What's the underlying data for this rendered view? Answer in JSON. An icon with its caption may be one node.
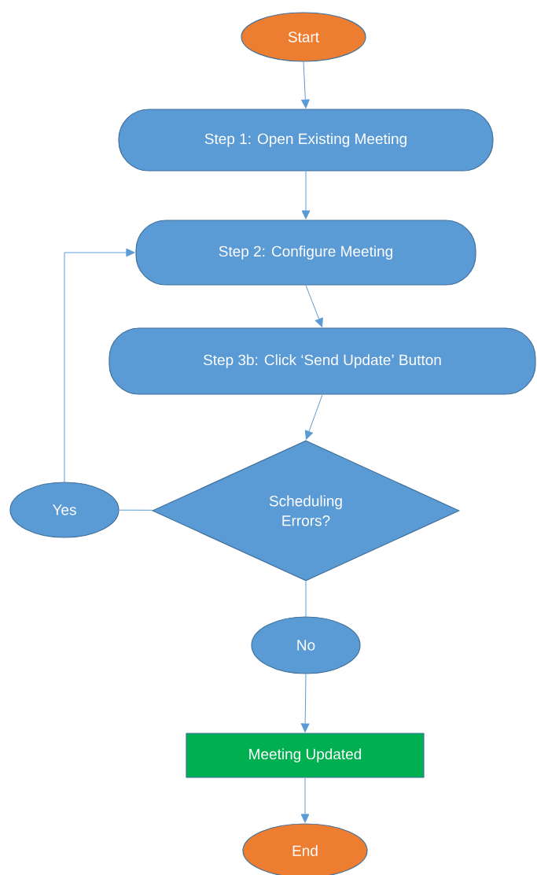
{
  "diagram": {
    "nodes": [
      {
        "text": [
          "Start"
        ]
      },
      {
        "text": [
          "Step 1: Open Existing Meeting"
        ]
      },
      {
        "text": [
          "Step 2: Configure Meeting"
        ]
      },
      {
        "text": [
          "Step 3b: Click ‘Send Update’ Button"
        ]
      },
      {
        "text": [
          "Scheduling Errors?"
        ]
      },
      {
        "text": [
          "Yes"
        ]
      },
      {
        "text": [
          "No"
        ]
      },
      {
        "text": [
          "Meeting Updated"
        ]
      },
      {
        "text": [
          "End"
        ]
      }
    ],
    "edges": [
      {
        "from": 0,
        "to": 1,
        "arrow": "to"
      },
      {
        "from": 1,
        "to": 2,
        "arrow": "to"
      },
      {
        "from": 2,
        "to": 3,
        "arrow": "to"
      },
      {
        "from": 3,
        "to": 4,
        "arrow": "to"
      },
      {
        "from": 4,
        "to": 5,
        "arrow": "none"
      },
      {
        "from": 5,
        "to": 2,
        "arrow": "to"
      },
      {
        "from": 4,
        "to": 6,
        "arrow": "none"
      },
      {
        "from": 6,
        "to": 7,
        "arrow": "to"
      },
      {
        "from": 7,
        "to": 8,
        "arrow": "to"
      }
    ]
  }
}
